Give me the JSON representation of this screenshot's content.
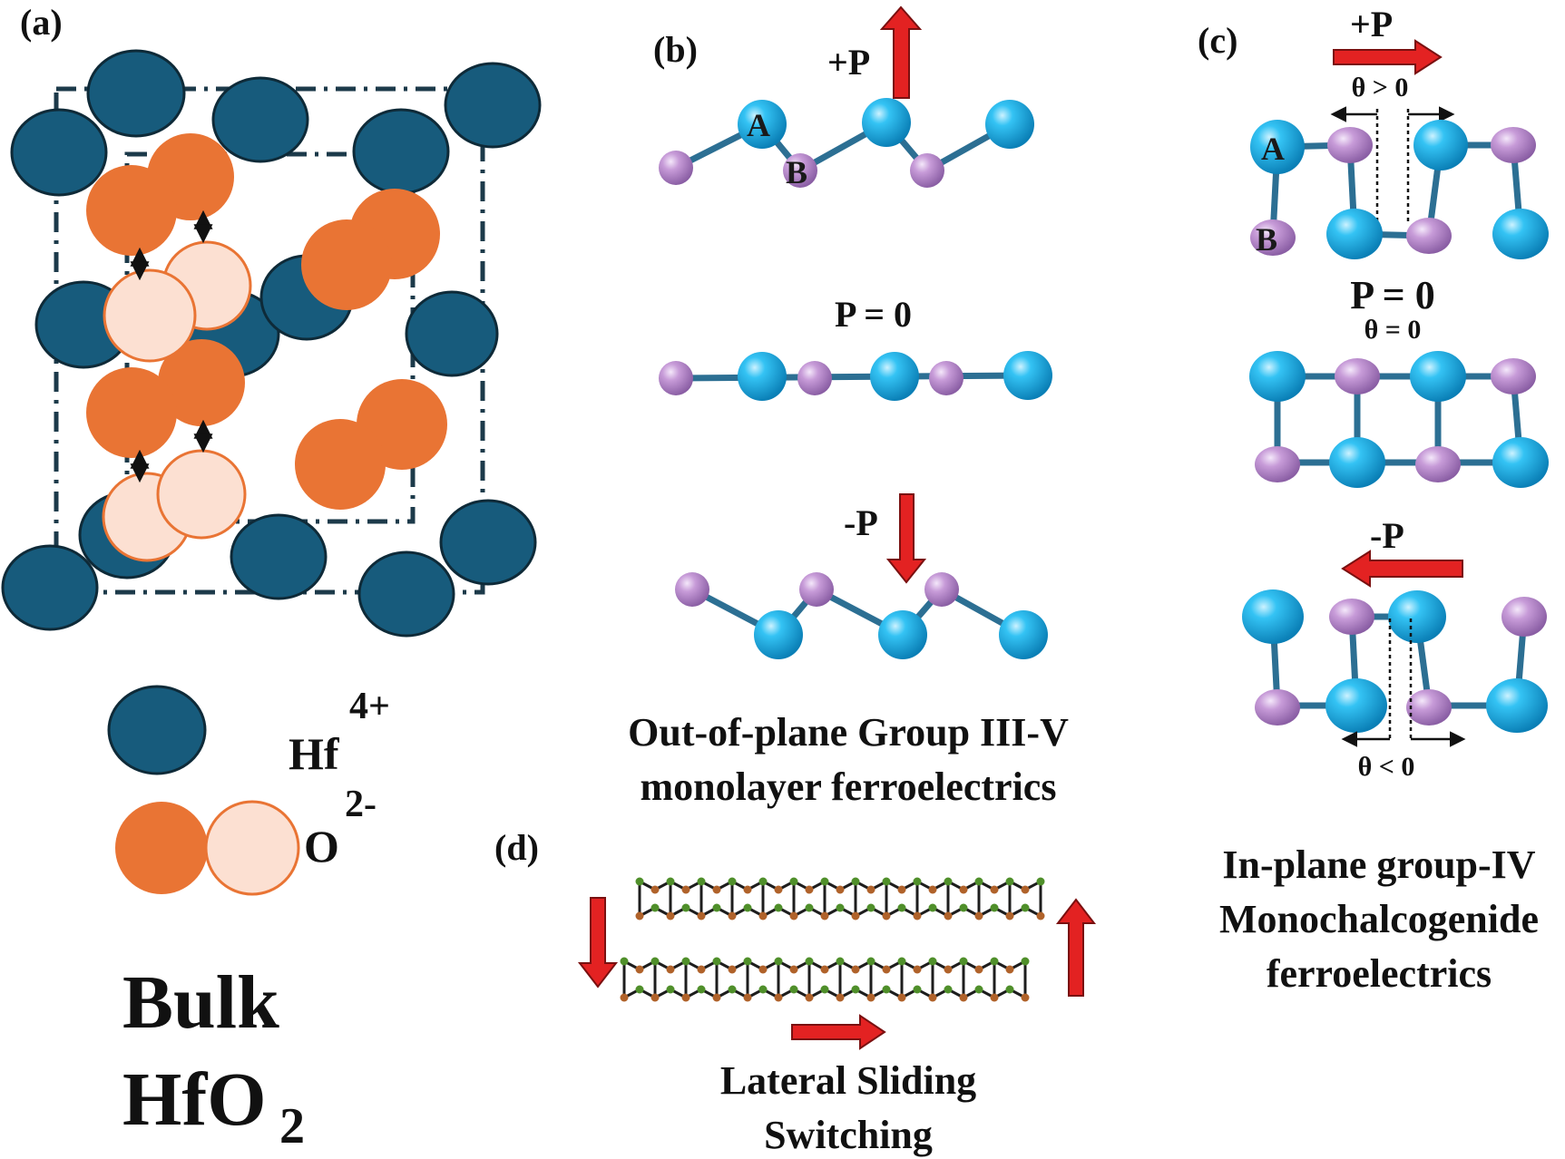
{
  "colors": {
    "hf": "#175b7c",
    "o_orange": "#e97434",
    "o_pale": "#fce0d2",
    "a_atom": "#1eb2ea",
    "b_atom": "#c69ad6",
    "bond": "#2c6f93",
    "arrow": "#e32222",
    "frame": "#1c3a4a"
  },
  "panel_a": {
    "label": "(a)",
    "legend": {
      "hf_text": "Hf",
      "hf_charge": "4+",
      "o_text": "O",
      "o_charge": "2-"
    },
    "caption_line1": "Bulk",
    "caption_line2": "HfO",
    "caption_sub": "2"
  },
  "panel_b": {
    "label": "(b)",
    "plus_p": "+P",
    "zero_p": "P = 0",
    "minus_p": "-P",
    "atom_a": "A",
    "atom_b": "B",
    "caption_line1": "Out-of-plane Group III-V",
    "caption_line2": "monolayer ferroelectrics"
  },
  "panel_c": {
    "label": "(c)",
    "plus_p": "+P",
    "theta_pos": "θ > 0",
    "zero_p": "P = 0",
    "theta_zero": "θ = 0",
    "minus_p": "-P",
    "theta_neg": "θ < 0",
    "atom_a": "A",
    "atom_b": "B",
    "caption_line1": "In-plane group-IV",
    "caption_line2": "Monochalcogenide",
    "caption_line3": "ferroelectrics"
  },
  "panel_d": {
    "label": "(d)",
    "caption_line1": "Lateral Sliding",
    "caption_line2": "Switching"
  }
}
